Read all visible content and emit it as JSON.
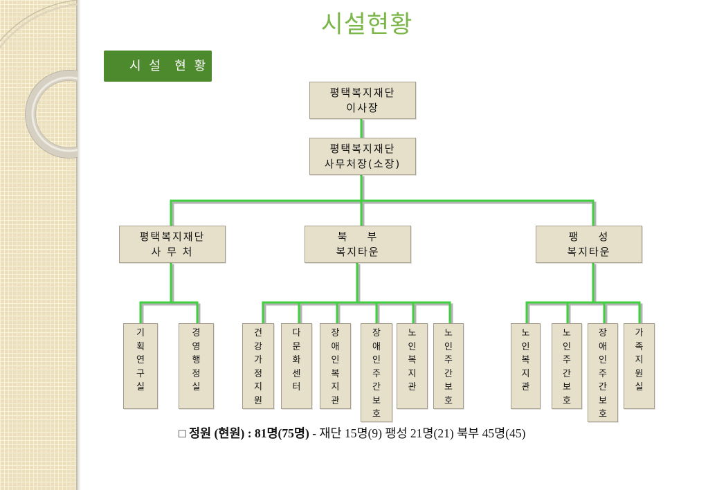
{
  "slide": {
    "title": "시설현황",
    "section_label": "시 설  현 황"
  },
  "org_chart": {
    "chairman": {
      "line1": "평택복지재단",
      "line2": "이사장"
    },
    "secretary_general": {
      "line1": "평택복지재단",
      "line2": "사무처장(소장)"
    },
    "divisions": [
      {
        "line1": "평택복지재단",
        "line2": "사 무 처",
        "units": [
          "기획연구실",
          "경영행정실"
        ]
      },
      {
        "line1": "북    부",
        "line2": "복지타운",
        "units": [
          "건강가정지원",
          "다문화센터",
          "장애인복지관",
          "장애인주간보호",
          "노인복지관",
          "노인주간보호"
        ]
      },
      {
        "line1": "팽    성",
        "line2": "복지타운",
        "units": [
          "노인복지관",
          "노인주간보호",
          "장애인주간보호",
          "가족지원실"
        ]
      }
    ]
  },
  "staffing_note": {
    "bullet": "□",
    "total": "정원 (현원) : 81명(75명) -",
    "breakdown": "재단 15명(9) 팽성 21명(21) 북부 45명(45)"
  },
  "colors": {
    "title": "#7ab648",
    "section_label_bg": "#4c8a2d",
    "box_fill": "#e6e0cb",
    "box_border": "#a49d8b",
    "connector": "#3fcf3f",
    "connector_shadow": "#b3b3b3",
    "side_strip": "#ece0bc"
  }
}
